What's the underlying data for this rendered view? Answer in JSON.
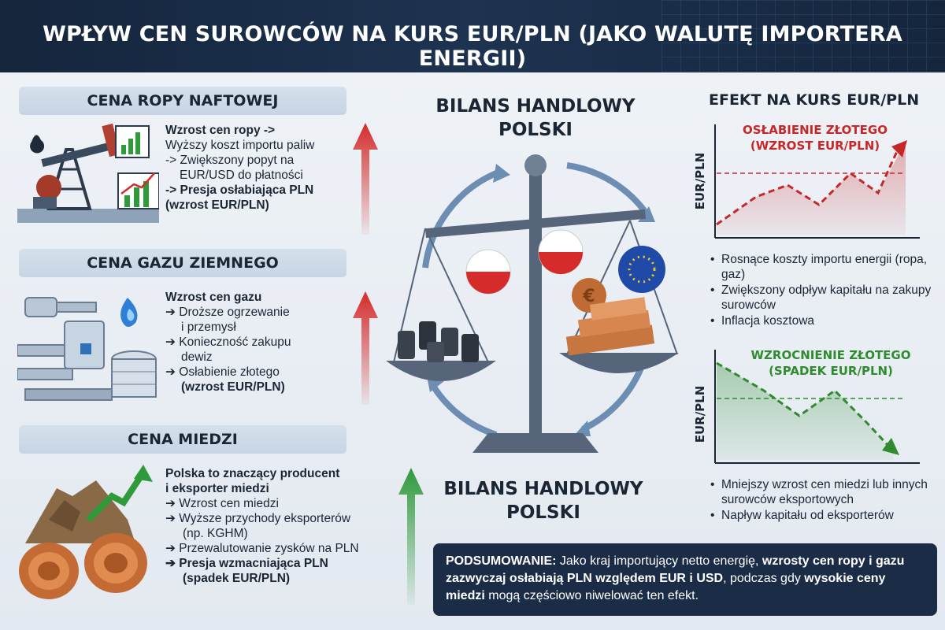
{
  "title": "WPŁYW CEN SUROWCÓW NA KURS EUR/PLN (JAKO WALUTĘ IMPORTERA ENERGII)",
  "colors": {
    "header_bg": "#15253c",
    "up_red": "#d42a2a",
    "up_green": "#2e9a3a",
    "summary_bg": "#1b2c47"
  },
  "sections": {
    "oil": {
      "heading": "CENA ROPY NAFTOWEJ",
      "lines": [
        {
          "text": "Wzrost cen ropy ->",
          "bold": true
        },
        {
          "text": "Wyższy koszt importu paliw",
          "bold": false
        },
        {
          "text": "-> Zwiększony popyt na",
          "bold": false
        },
        {
          "text": "EUR/USD do płatności",
          "bold": false
        },
        {
          "text": "-> Presja osłabiająca PLN",
          "bold": true
        },
        {
          "text": "(wzrost EUR/PLN)",
          "bold": true
        }
      ],
      "arrow": "arrow-up-red",
      "icon": "oil-pumpjack-icon"
    },
    "gas": {
      "heading": "CENA GAZU ZIEMNEGO",
      "lines": [
        {
          "text": "Wzrost cen gazu",
          "bold": true
        },
        {
          "text": "➔ Droższe ogrzewanie",
          "bold": false
        },
        {
          "text": "i przemysł",
          "bold": false
        },
        {
          "text": "➔ Konieczność zakupu",
          "bold": false
        },
        {
          "text": "dewiz",
          "bold": false
        },
        {
          "text": "➔ Osłabienie złotego",
          "bold": false
        },
        {
          "text": "(wzrost EUR/PLN)",
          "bold": true
        }
      ],
      "arrow": "arrow-up-red",
      "icon": "gas-pipeline-icon"
    },
    "copper": {
      "heading": "CENA MIEDZI",
      "lines": [
        {
          "text": "Polska to znaczący producent",
          "bold": true
        },
        {
          "text": "i eksporter miedzi",
          "bold": true
        },
        {
          "text": "➔ Wzrost cen miedzi",
          "bold": false
        },
        {
          "text": "➔ Wyższe przychody eksporterów",
          "bold": false
        },
        {
          "text": "(np. KGHM)",
          "bold": false
        },
        {
          "text": "➔ Przewalutowanie zysków na PLN",
          "bold": false
        },
        {
          "text": "➔ Presja wzmacniająca PLN",
          "bold": true
        },
        {
          "text": "(spadek EUR/PLN)",
          "bold": true
        }
      ],
      "arrow": "arrow-up-green",
      "icon": "copper-coils-icon"
    }
  },
  "center": {
    "top_title_line1": "BILANS HANDLOWY",
    "top_title_line2": "POLSKI",
    "bottom_title_line1": "BILANS HANDLOWY",
    "bottom_title_line2": "POLSKI",
    "icon": "balance-scale-icon"
  },
  "right": {
    "title": "EFEKT NA KURS EUR/PLN",
    "chart_up": {
      "label_line1": "OSŁABIENIE ZŁOTEGO",
      "label_line2": "(WZROST EUR/PLN)",
      "ylabel": "EUR/PLN",
      "color": "#c62828",
      "bullets": [
        "Rosnące koszty importu energii (ropa, gaz)",
        "Zwiększony odpływ kapitału na zakupy surowców",
        "Inflacja kosztowa"
      ]
    },
    "chart_down": {
      "label_line1": "WZROCNIENIE ZŁOTEGO",
      "label_line2": "(SPADEK EUR/PLN)",
      "ylabel": "EUR/PLN",
      "color": "#2e8b2e",
      "bullets": [
        "Mniejszy wzrost cen miedzi lub innych surowców eksportowych",
        "Napływ kapitału od eksporterów"
      ]
    }
  },
  "summary": {
    "lead": "PODSUMOWANIE:",
    "t1": " Jako kraj importujący netto energię, ",
    "b1": "wzrosty cen ropy i gazu zazwyczaj osłabiają PLN względem EUR i USD",
    "t2": ", podczas gdy ",
    "b2": "wysokie ceny miedzi",
    "t3": " mogą częściowo niwelować ten efekt."
  }
}
